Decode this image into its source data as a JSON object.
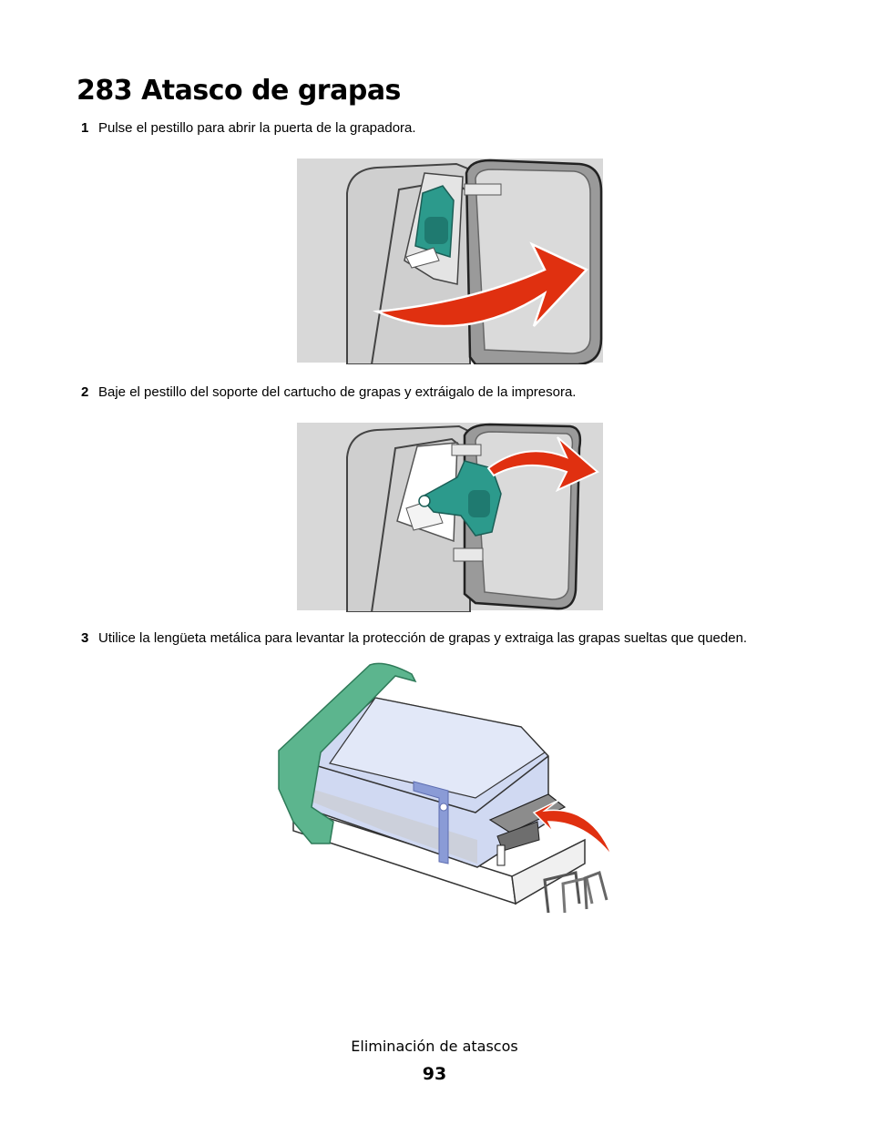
{
  "page": {
    "title": "283 Atasco de grapas"
  },
  "steps": [
    {
      "number": "1",
      "text": "Pulse el pestillo para abrir la puerta de la grapadora."
    },
    {
      "number": "2",
      "text": "Baje el pestillo del soporte del cartucho de grapas y extráigalo de la impresora."
    },
    {
      "number": "3",
      "text": "Utilice la lengüeta metálica para levantar la protección de grapas y extraiga las grapas sueltas que queden."
    }
  ],
  "figures": {
    "accent_teal": "#2c9a8c",
    "accent_green": "#5cb58e",
    "arrow_red": "#e03010",
    "guard_blue": "#8a9bd6"
  },
  "footer": {
    "section": "Eliminación de atascos",
    "page_number": "93"
  }
}
